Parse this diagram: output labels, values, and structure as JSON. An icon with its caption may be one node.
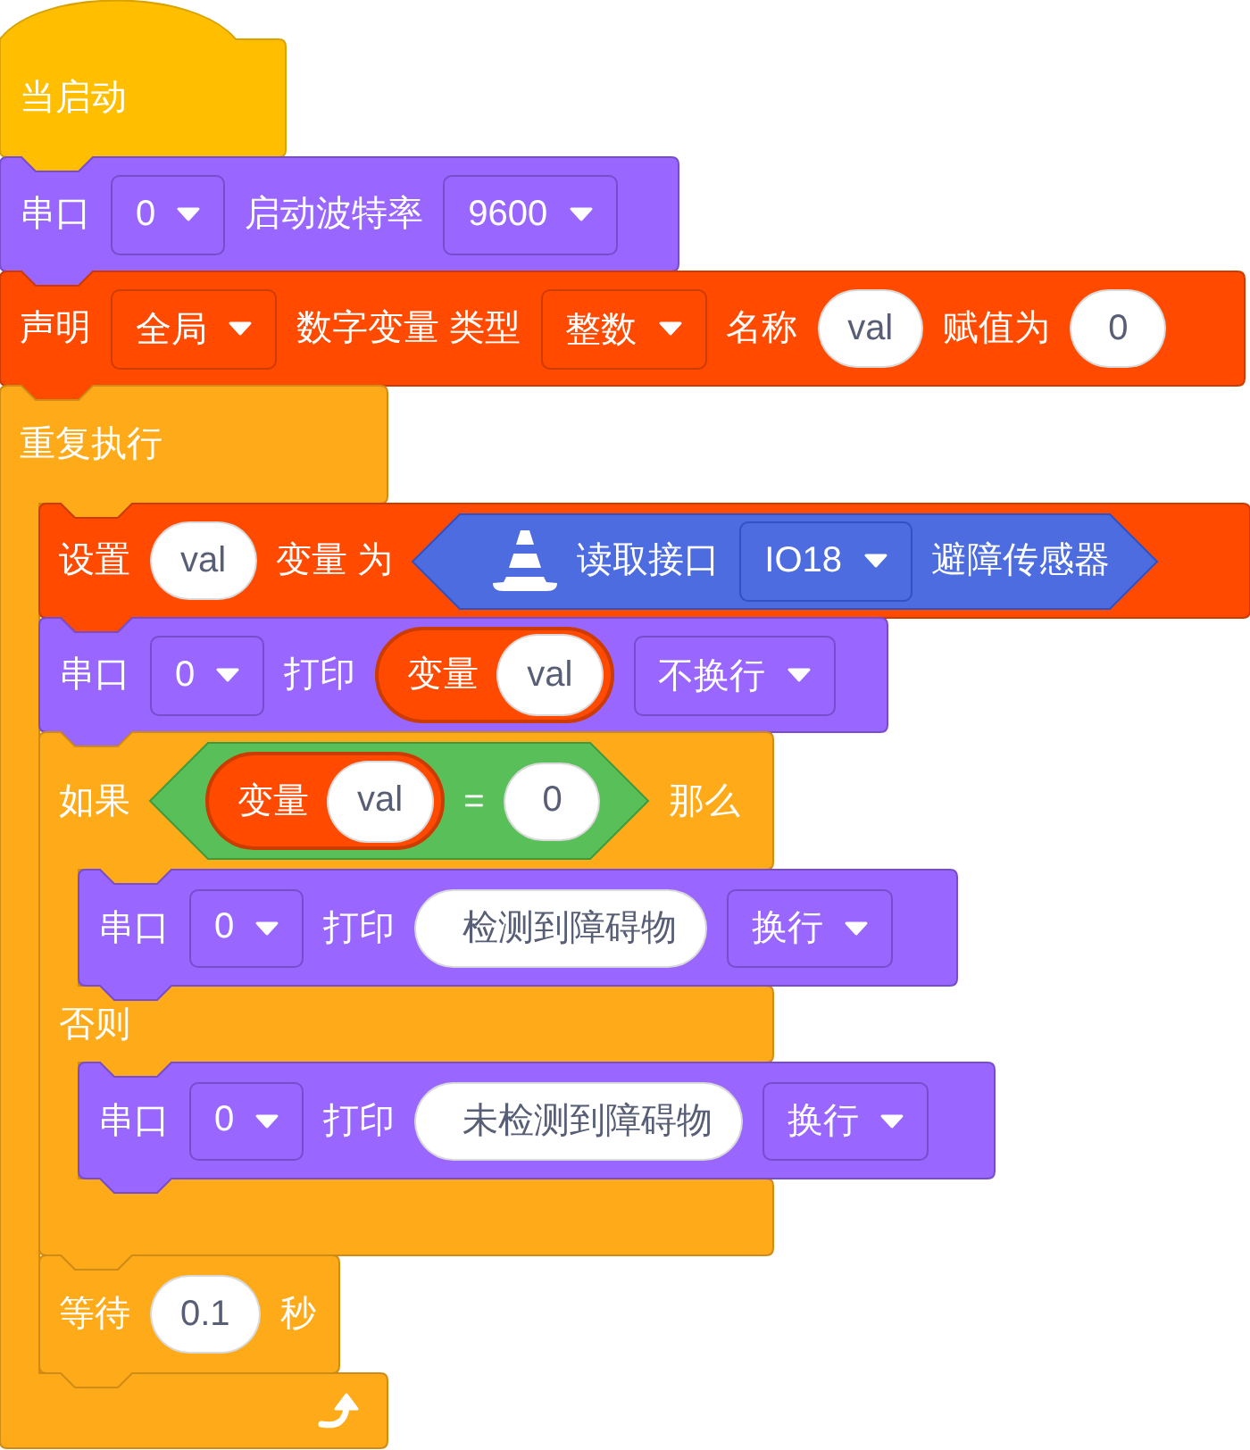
{
  "diagram": {
    "nodes": [
      {
        "text": [
          "当启动"
        ]
      },
      {
        "text": [
          "串口",
          "启动波特率"
        ]
      },
      {
        "text": [
          "0"
        ],
        "in": 1
      },
      {
        "text": [
          "9600"
        ],
        "in": 1
      },
      {
        "text": [
          "声明",
          "数字变量 类型",
          "名称",
          "赋值为"
        ]
      },
      {
        "text": [
          "全局"
        ],
        "in": 4
      },
      {
        "text": [
          "整数"
        ],
        "in": 4
      },
      {
        "text": [
          "val"
        ],
        "in": 4
      },
      {
        "text": [
          "0"
        ],
        "in": 4
      },
      {
        "text": [
          "重复执行"
        ]
      },
      {
        "text": [
          "设置",
          "变量 为"
        ]
      },
      {
        "text": [
          "val"
        ],
        "in": 10
      },
      {
        "text": [
          "读取接口",
          "避障传感器"
        ],
        "in": 10
      },
      {
        "text": [
          "IO18"
        ],
        "in": 12
      },
      {
        "text": [
          "串口",
          "打印"
        ]
      },
      {
        "text": [
          "0"
        ],
        "in": 14
      },
      {
        "text": [
          "变量"
        ],
        "in": 14
      },
      {
        "text": [
          "val"
        ],
        "in": 16
      },
      {
        "text": [
          "不换行"
        ],
        "in": 14
      },
      {
        "text": [
          "如果",
          "那么",
          "否则"
        ]
      },
      {
        "text": [
          "="
        ],
        "in": 19
      },
      {
        "text": [
          "变量"
        ],
        "in": 20
      },
      {
        "text": [
          "val"
        ],
        "in": 21
      },
      {
        "text": [
          "0"
        ],
        "in": 20
      },
      {
        "text": [
          "串口",
          "打印"
        ]
      },
      {
        "text": [
          "0"
        ],
        "in": 24
      },
      {
        "text": [
          "检测到障碍物"
        ],
        "in": 24
      },
      {
        "text": [
          "换行"
        ],
        "in": 24
      },
      {
        "text": [
          "串口",
          "打印"
        ]
      },
      {
        "text": [
          "0"
        ],
        "in": 28
      },
      {
        "text": [
          "未检测到障碍物"
        ],
        "in": 28
      },
      {
        "text": [
          "换行"
        ],
        "in": 28
      },
      {
        "text": [
          "等待",
          "秒"
        ]
      },
      {
        "text": [
          "0.1"
        ],
        "in": 32
      }
    ]
  }
}
